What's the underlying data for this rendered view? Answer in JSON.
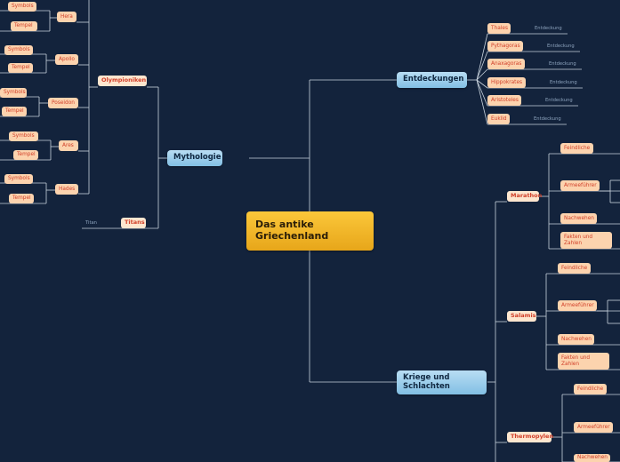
{
  "root": {
    "title": "Das antike Griechenland"
  },
  "main_topics": {
    "entdeckungen": "Entdeckungen",
    "mythologie": "Mythologie",
    "kriege": "Kriege und Schlachten"
  },
  "mythologie": {
    "olympioniken": "Olympioniken",
    "titans": "Titans",
    "titan_label": "Titan",
    "gods": [
      "Hera",
      "Apollo",
      "Poseidon",
      "Ares",
      "Hades"
    ],
    "symbols_label": "Symbols",
    "tempel_label": "Tempel"
  },
  "entdeckungen": {
    "people": [
      "Thales",
      "Pythagoras",
      "Anaxagoras",
      "Hippokrates",
      "Aristoteles",
      "Euklid"
    ],
    "entdeckung_label": "Entdeckung"
  },
  "kriege": {
    "battles": [
      "Marathon",
      "Salamis",
      "Thermopylen"
    ],
    "feindliche": "Feindliche",
    "armeefuehrer": "Armeeführer",
    "nachwehen": "Nachwehen",
    "fakten": "Fakten und Zahlen"
  },
  "colors": {
    "background": "#13233c",
    "line": "#c9d3dd",
    "root": "#f5b829",
    "main": "#9ccfee",
    "sub": "#fde6cf",
    "leaf": "#fcd3ae",
    "accent_text": "#d1402a"
  }
}
